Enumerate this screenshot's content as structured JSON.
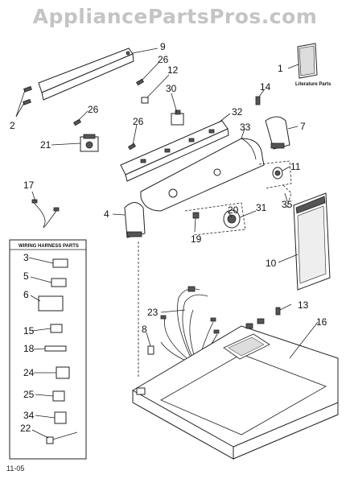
{
  "watermark": "AppliancePartsPros.com",
  "revision_code": "11-05",
  "literature_label": "Literature Parts",
  "harness_title": "WIRING HARNESS PARTS",
  "callouts": {
    "c1": "1",
    "c2": "2",
    "c3": "3",
    "c4": "4",
    "c5": "5",
    "c6": "6",
    "c7": "7",
    "c8": "8",
    "c9": "9",
    "c10": "10",
    "c11": "11",
    "c12": "12",
    "c13": "13",
    "c14": "14",
    "c15": "15",
    "c16": "16",
    "c17": "17",
    "c18": "18",
    "c19": "19",
    "c20": "20",
    "c21": "21",
    "c22": "22",
    "c23": "23",
    "c24": "24",
    "c25": "25",
    "c26a": "26",
    "c26b": "26",
    "c26c": "26",
    "c30": "30",
    "c31": "31",
    "c32": "32",
    "c33": "33",
    "c34": "34",
    "c35": "35"
  }
}
